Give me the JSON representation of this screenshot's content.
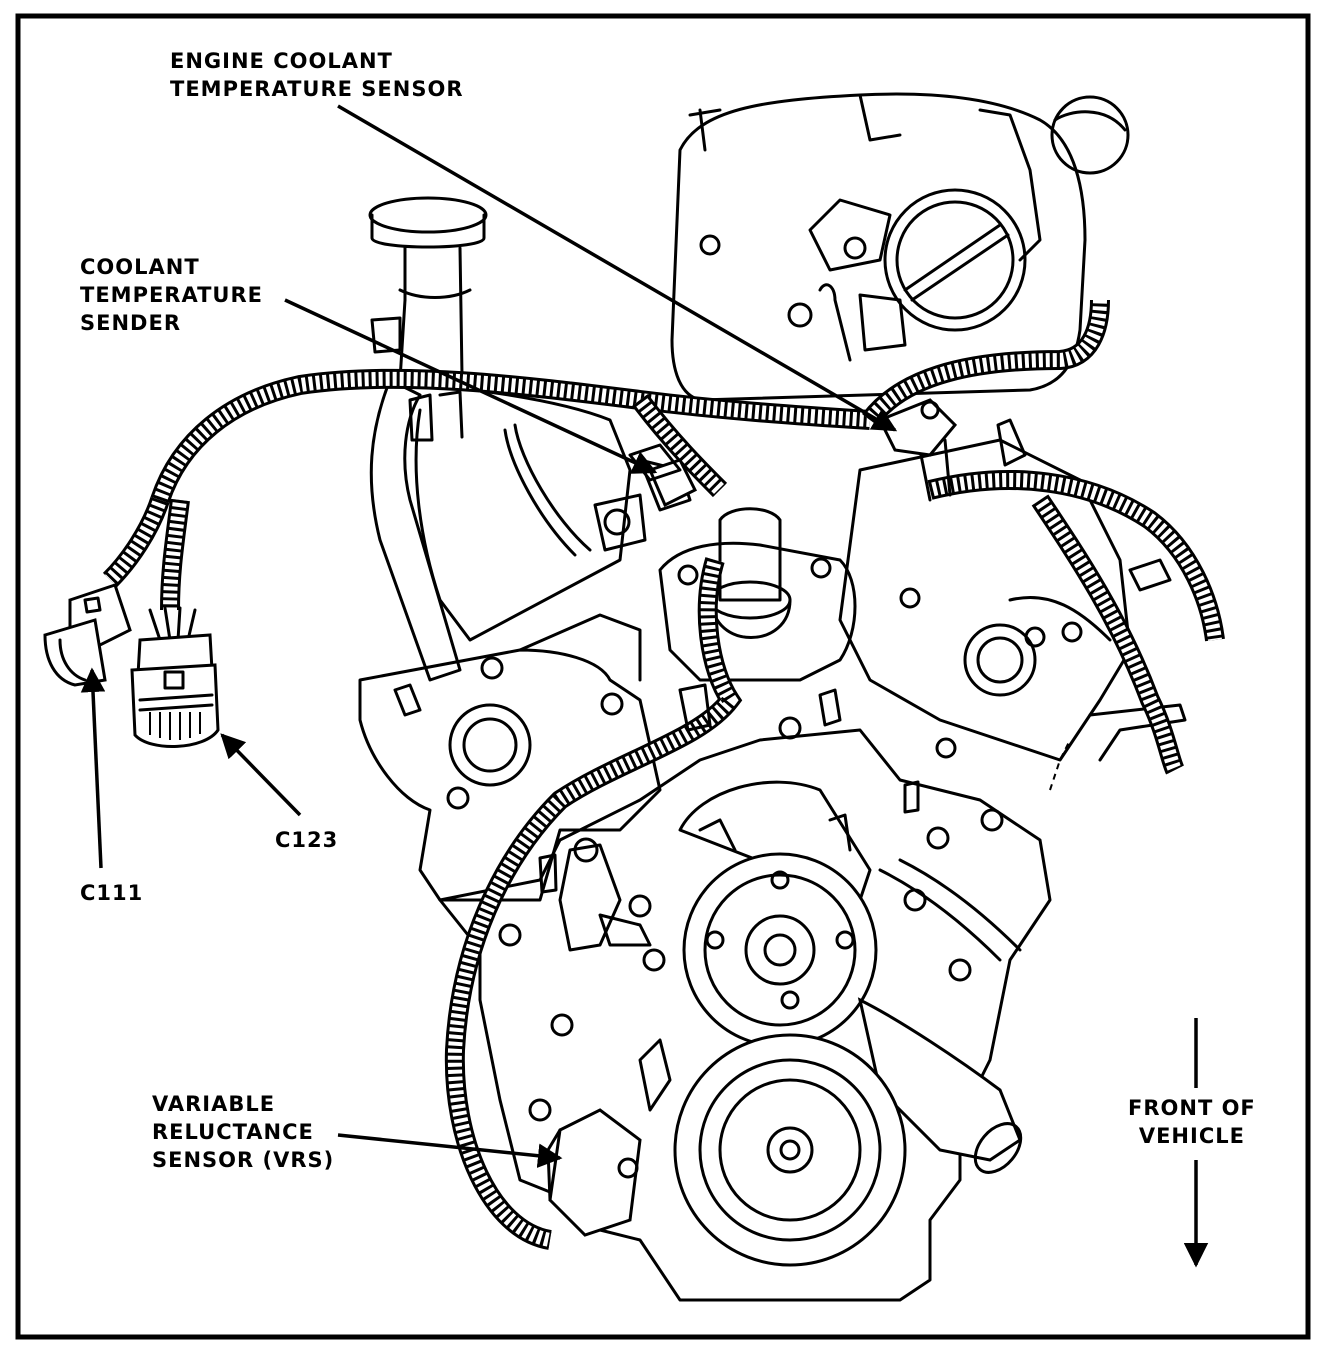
{
  "colors": {
    "ink": "#000000",
    "paper": "#ffffff"
  },
  "labels": {
    "engine_coolant_temperature_sensor": [
      "ENGINE COOLANT",
      "TEMPERATURE SENSOR"
    ],
    "coolant_temperature_sender": [
      "COOLANT",
      "TEMPERATURE",
      "SENDER"
    ],
    "connector_c111": "C111",
    "connector_c123": "C123",
    "variable_reluctance_sensor": [
      "VARIABLE",
      "RELUCTANCE",
      "SENSOR (VRS)"
    ],
    "front_of_vehicle": [
      "FRONT OF",
      "VEHICLE"
    ]
  }
}
